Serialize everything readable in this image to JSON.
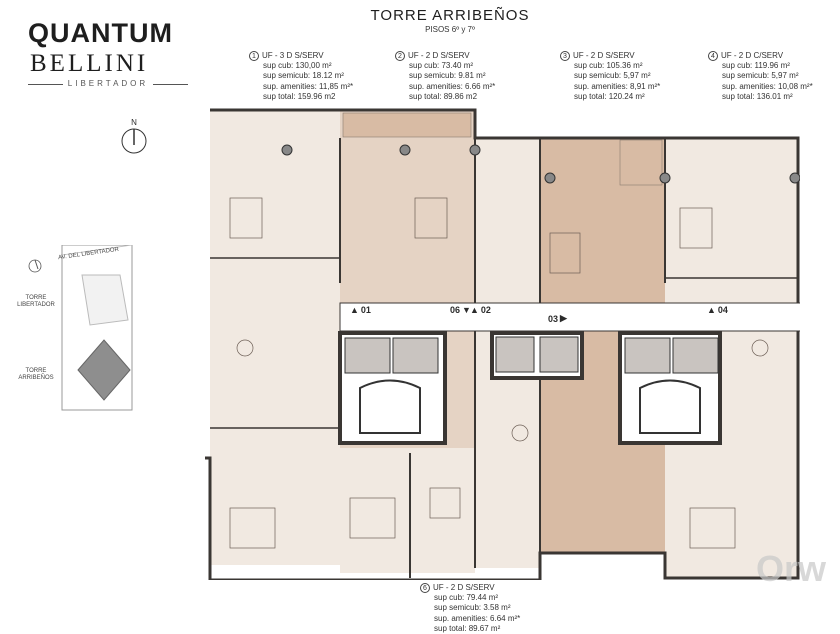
{
  "brand": {
    "line1": "QUANTUM",
    "line2": "BELLINI",
    "line3": "LIBERTADOR"
  },
  "plan": {
    "title": "TORRE  ARRIBEÑOS",
    "subtitle": "PISOS 6º y 7º"
  },
  "north_label": "N",
  "location": {
    "street": "AV. DEL LIBERTADOR",
    "tower_a": "TORRE LIBERTADOR",
    "tower_b": "TORRE ARRIBEÑOS"
  },
  "units": [
    {
      "num": "1",
      "type": "UF - 3 D S/SERV",
      "rows": [
        "sup cub:  130,00 m²",
        "sup semicub:  18.12 m²",
        "sup. amenities: 11,85 m²*",
        "sup total:  159.96 m2"
      ]
    },
    {
      "num": "2",
      "type": "UF - 2 D S/SERV",
      "rows": [
        "sup cub:  73.40 m²",
        "sup semicub:  9.81 m²",
        "sup. amenities: 6.66 m²*",
        "sup total:  89.86 m2"
      ]
    },
    {
      "num": "3",
      "type": "UF - 2 D S/SERV",
      "rows": [
        "sup cub:  105.36 m²",
        "sup semicub:  5,97 m²",
        "sup. amenities: 8,91 m²*",
        "sup total:  120.24 m²"
      ]
    },
    {
      "num": "4",
      "type": "UF - 2 D C/SERV",
      "rows": [
        "sup cub:  119.96 m²",
        "sup semicub:  5,97 m²",
        "sup. amenities: 10,08 m²*",
        "sup total:  136.01 m²"
      ]
    },
    {
      "num": "6",
      "type": "UF - 2 D S/SERV",
      "rows": [
        "sup cub:  79.44 m²",
        "sup semicub:  3.58 m²",
        "sup. amenities: 6.64 m²*",
        "sup total:  89.67 m²"
      ]
    }
  ],
  "tags": [
    "01",
    "06",
    "02",
    "03",
    "04"
  ],
  "watermark": "Orw",
  "colors": {
    "wall": "#3a3633",
    "floor_light": "#f1e9e1",
    "floor_mid": "#e5d3c4",
    "floor_dark": "#d8bba4",
    "core": "#c9c4c0"
  }
}
